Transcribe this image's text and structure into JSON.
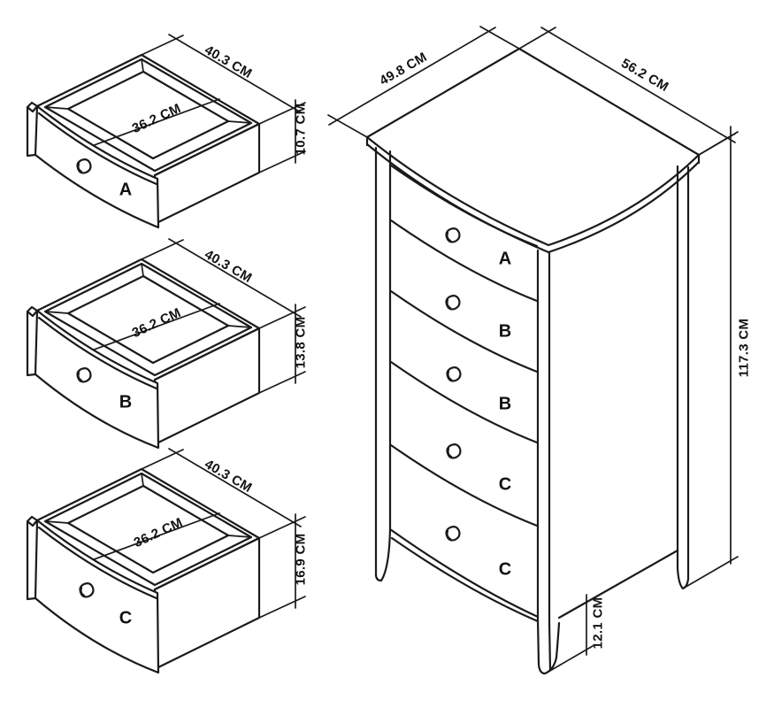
{
  "diagram": {
    "unit": "CM",
    "drawer_details": [
      {
        "label": "A",
        "width_label": "40.3 CM",
        "inner_width_label": "36.2 CM",
        "height_label": "10.7 CM"
      },
      {
        "label": "B",
        "width_label": "40.3 CM",
        "inner_width_label": "36.2 CM",
        "height_label": "13.8 CM"
      },
      {
        "label": "C",
        "width_label": "40.3 CM",
        "inner_width_label": "36.2 CM",
        "height_label": "16.9 CM"
      }
    ],
    "cabinet": {
      "top_depth_label": "49.8 CM",
      "top_width_label": "56.2 CM",
      "height_label": "117.3 CM",
      "leg_clearance_label": "12.1 CM",
      "front_drawer_labels": [
        "A",
        "B",
        "B",
        "C",
        "C"
      ]
    },
    "colors": {
      "line": "#1a1a1a",
      "background": "#ffffff"
    }
  }
}
